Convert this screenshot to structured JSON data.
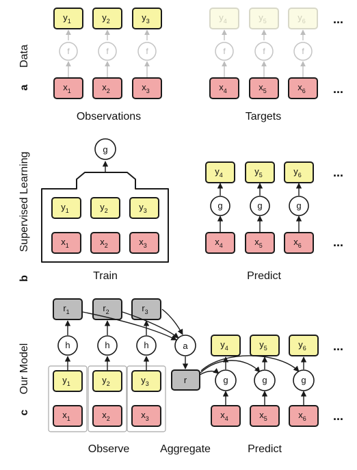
{
  "panels": {
    "a": {
      "letter": "a",
      "side_label": "Data",
      "caption_left": "Observations",
      "caption_right": "Targets",
      "function_label": "f"
    },
    "b": {
      "letter": "b",
      "side_label": "Supervised Learning",
      "caption_left": "Train",
      "caption_right": "Predict",
      "model_label": "g"
    },
    "c": {
      "letter": "c",
      "side_label": "Our Model",
      "caption_observe": "Observe",
      "caption_aggregate": "Aggregate",
      "caption_predict": "Predict",
      "encoder_label": "h",
      "aggregate_label": "a",
      "representation_label": "r",
      "model_label": "g"
    }
  },
  "symbols": {
    "x": "x",
    "y": "y",
    "r": "r",
    "obs_indices": [
      "1",
      "2",
      "3"
    ],
    "target_indices": [
      "4",
      "5",
      "6"
    ],
    "ellipsis": "..."
  },
  "colors": {
    "target_y": "#f8f5a4",
    "input_x": "#f2a8a8",
    "representation": "#bdbdbd"
  }
}
